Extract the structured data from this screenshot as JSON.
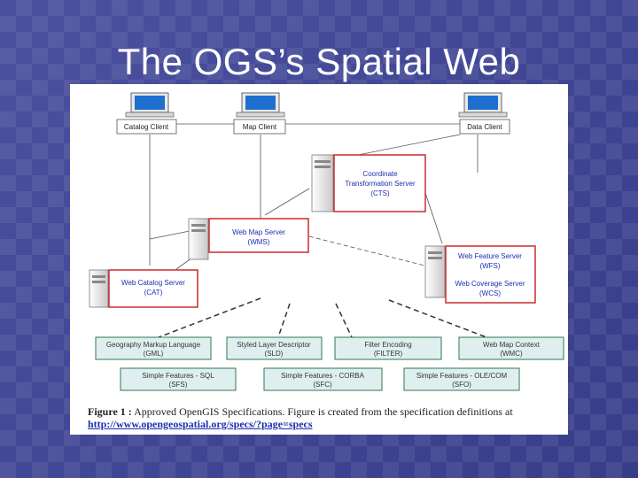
{
  "slide": {
    "title": "The OGS’s Spatial Web"
  },
  "clients": [
    {
      "id": "catalog",
      "label": "Catalog Client"
    },
    {
      "id": "map",
      "label": "Map Client"
    },
    {
      "id": "data",
      "label": "Data Client"
    }
  ],
  "servers": [
    {
      "id": "cts",
      "line1": "Coordinate",
      "line2": "Transformation Server",
      "abbr": "(CTS)"
    },
    {
      "id": "wms",
      "line1": "Web Map Server",
      "abbr": "(WMS)"
    },
    {
      "id": "wfs",
      "line1": "Web Feature Server",
      "abbr": "(WFS)",
      "line3": "Web Coverage Server",
      "abbr2": "(WCS)"
    },
    {
      "id": "cat",
      "line1": "Web Catalog Server",
      "abbr": "(CAT)"
    }
  ],
  "specs_row1": [
    {
      "line1": "Geography Markup Language",
      "line2": "(GML)"
    },
    {
      "line1": "Styled Layer Descriptor",
      "line2": "(SLD)"
    },
    {
      "line1": "Filter Encoding",
      "line2": "(FILTER)"
    },
    {
      "line1": "Web Map Context",
      "line2": "(WMC)"
    }
  ],
  "specs_row2": [
    {
      "line1": "Simple Features - SQL",
      "line2": "(SFS)"
    },
    {
      "line1": "Simple Features - CORBA",
      "line2": "(SFC)"
    },
    {
      "line1": "Simple Features - OLE/COM",
      "line2": "(SFO)"
    }
  ],
  "caption": {
    "label": "Figure 1 :",
    "text": "Approved OpenGIS Specifications. Figure is created from the specification definitions at",
    "link": "http://www.opengeospatial.org/specs/?page=specs"
  },
  "colors": {
    "background": "#3a3f8e",
    "server_border": "#cc2b2b",
    "server_text": "#1a2fb0",
    "spec_fill": "#dfeff0",
    "spec_border": "#2f7a52",
    "monitor_screen": "#1e6fd0"
  }
}
